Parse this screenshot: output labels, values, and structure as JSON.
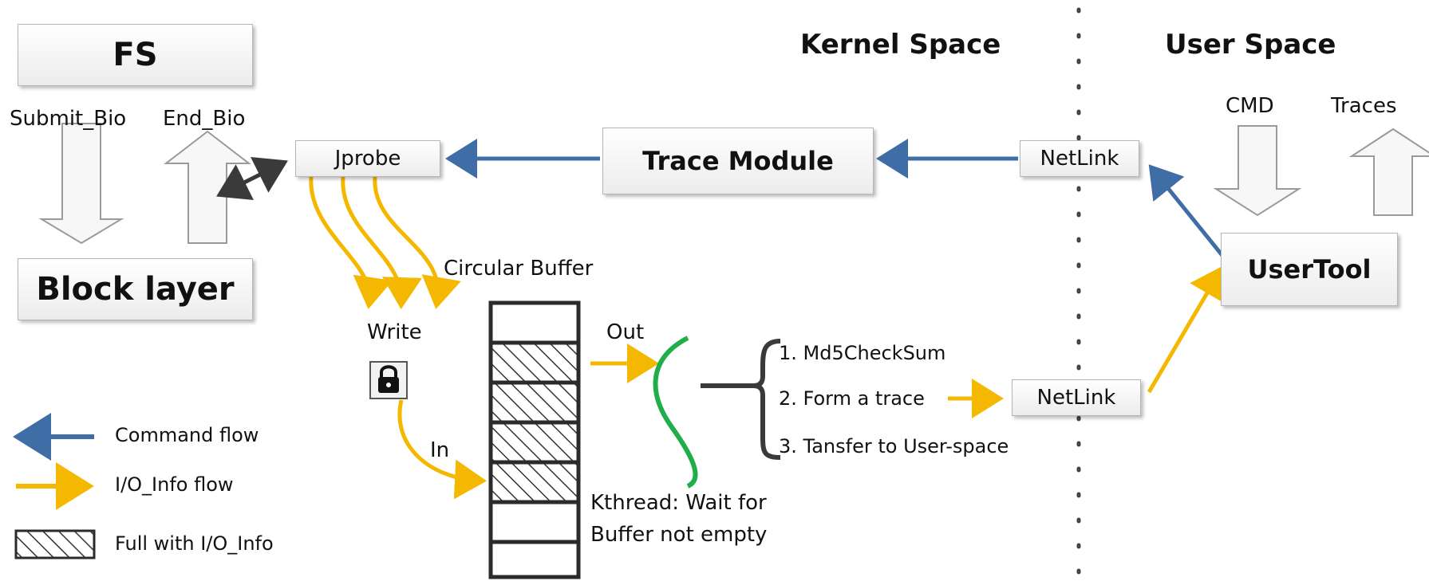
{
  "headers": {
    "kernel": "Kernel Space",
    "user": "User Space"
  },
  "boxes": {
    "fs": "FS",
    "block": "Block layer",
    "jprobe": "Jprobe",
    "trace_module": "Trace Module",
    "netlink_top": "NetLink",
    "netlink_bottom": "NetLink",
    "usertool": "UserTool"
  },
  "labels": {
    "submit_bio": "Submit_Bio",
    "end_bio": "End_Bio",
    "cmd": "CMD",
    "traces": "Traces",
    "circular_buffer": "Circular Buffer",
    "write": "Write",
    "in": "In",
    "out": "Out",
    "kthread_line1": "Kthread: Wait for",
    "kthread_line2": "Buffer not empty"
  },
  "steps": [
    "1. Md5CheckSum",
    "2. Form a trace",
    "3. Tansfer to User-space"
  ],
  "legend": {
    "command_flow": "Command flow",
    "io_flow": "I/O_Info flow",
    "full": "Full with I/O_Info"
  },
  "colors": {
    "command": "#3f6ea6",
    "io": "#f5b800",
    "kthread": "#1fae4a",
    "bidir": "#3a3a3a"
  }
}
